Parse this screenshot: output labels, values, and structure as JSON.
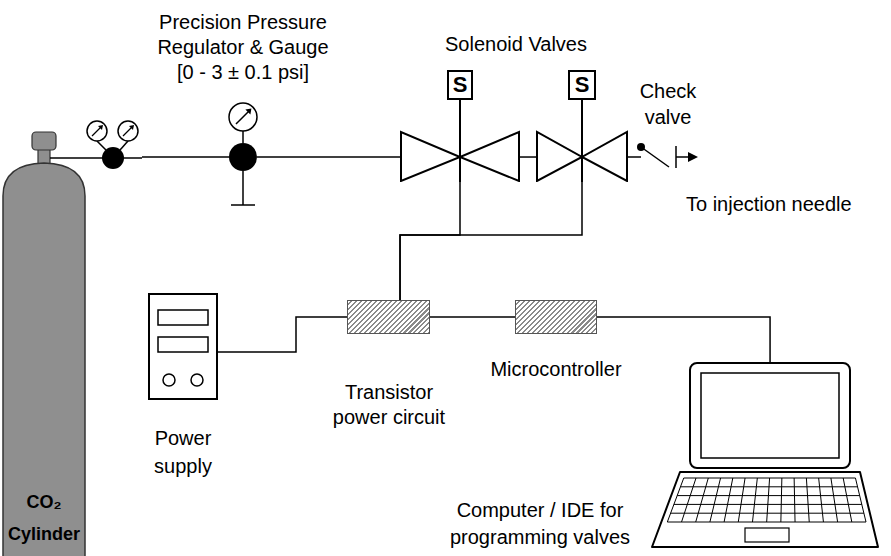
{
  "diagram": {
    "nodes": [
      {
        "text": [
          "CO₂ Cylinder"
        ]
      },
      {
        "text": [
          "Precision Pressure Regulator & Gauge",
          "[0 - 3 ± 0.1 psi]"
        ]
      },
      {
        "text": [
          "S"
        ]
      },
      {
        "text": [
          "S"
        ]
      },
      {
        "text": [
          "Power supply"
        ]
      },
      {
        "text": [
          "Transistor power circuit"
        ]
      },
      {
        "text": [
          "Microcontroller"
        ]
      },
      {
        "text": [
          "Computer / IDE for programming valves"
        ]
      }
    ],
    "edges": [
      {
        "from": 0,
        "to": 1,
        "arrow": "none"
      },
      {
        "from": 1,
        "to": 2,
        "arrow": "none"
      },
      {
        "from": 2,
        "to": 3,
        "arrow": "none"
      },
      {
        "from": 4,
        "to": 5,
        "arrow": "none"
      },
      {
        "from": 5,
        "to": 2,
        "arrow": "none"
      },
      {
        "from": 5,
        "to": 3,
        "arrow": "none"
      },
      {
        "from": 5,
        "to": 6,
        "arrow": "none"
      },
      {
        "from": 6,
        "to": 7,
        "arrow": "none"
      }
    ],
    "labels": [
      "Solenoid Valves",
      "Check valve",
      "To injection needle"
    ]
  }
}
